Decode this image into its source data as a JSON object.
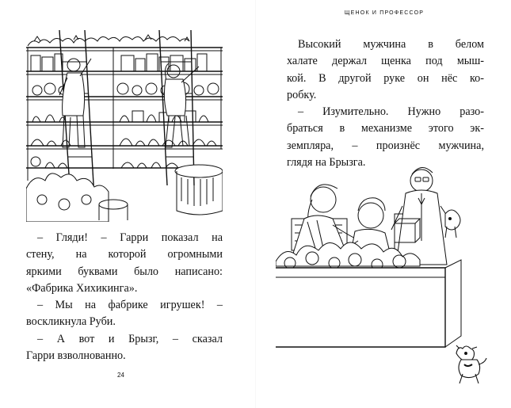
{
  "left_page": {
    "page_number": "24",
    "paragraphs": [
      [
        "– Гляди! – Гарри показал на",
        "стену, на которой огромными",
        "яркими буквами было написано:",
        "«Фабрика Хихикинга»."
      ],
      [
        "– Мы на фабрике игрушек! –",
        "воскликнула Руби."
      ],
      [
        "– А вот и Брызг, – сказал",
        "Гарри взволнованно."
      ]
    ]
  },
  "right_page": {
    "running_head": "ЩЕНОК И ПРОФЕССОР",
    "paragraphs": [
      [
        "Высокий мужчина в белом",
        "халате держал щенка под мыш-",
        "кой. В другой руке он нёс ко-",
        "робку."
      ],
      [
        "– Изумительно. Нужно разо-",
        "браться в механизме этого эк-",
        "земпляра, – произнёс мужчина,",
        "глядя на Брызга."
      ]
    ]
  }
}
